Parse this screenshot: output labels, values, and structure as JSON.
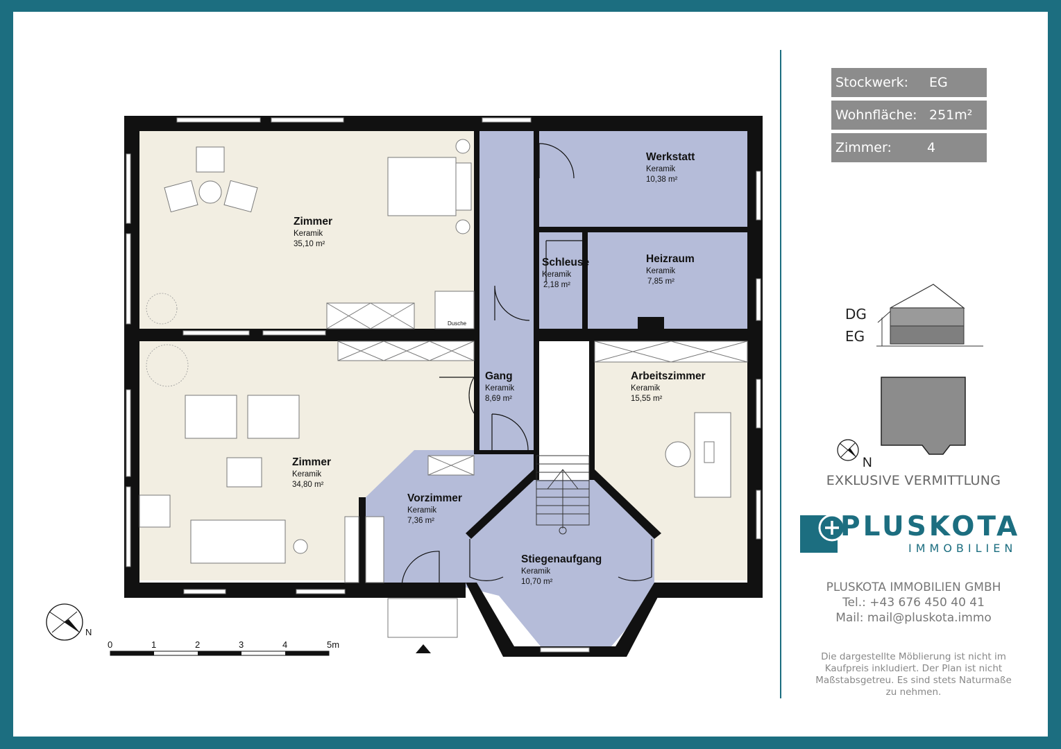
{
  "info": {
    "floor_label": "Stockwerk:",
    "floor_value": "EG",
    "area_label": "Wohnfläche:",
    "area_value": "251m²",
    "rooms_label": "Zimmer:",
    "rooms_value": "4"
  },
  "rooms": [
    {
      "name": "Zimmer",
      "material": "Keramik",
      "area": "35,10 m²"
    },
    {
      "name": "Zimmer",
      "material": "Keramik",
      "area": "34,80 m²"
    },
    {
      "name": "Werkstatt",
      "material": "Keramik",
      "area": "10,38 m²"
    },
    {
      "name": "Schleuse",
      "material": "Keramik",
      "area": "2,18 m²"
    },
    {
      "name": "Heizraum",
      "material": "Keramik",
      "area": "7,85 m²"
    },
    {
      "name": "Gang",
      "material": "Keramik",
      "area": "8,69 m²"
    },
    {
      "name": "Arbeitszimmer",
      "material": "Keramik",
      "area": "15,55 m²"
    },
    {
      "name": "Vorzimmer",
      "material": "Keramik",
      "area": "7,36 m²"
    },
    {
      "name": "Stiegenaufgang",
      "material": "Keramik",
      "area": "10,70 m²"
    }
  ],
  "fixtures": {
    "shower_label": "Dusche"
  },
  "scale": {
    "ticks": [
      "0",
      "1",
      "2",
      "3",
      "4",
      "5m"
    ]
  },
  "compass": {
    "north_label": "N"
  },
  "levels": {
    "upper": "DG",
    "ground": "EG"
  },
  "agency": {
    "exclusive": "EXKLUSIVE VERMITTLUNG",
    "brand": "PLUSKOTA",
    "brand_sub": "IMMOBILIEN",
    "company": "PLUSKOTA IMMOBILIEN GMBH",
    "phone": "Tel.: +43 676 450 40 41",
    "mail": "Mail: mail@pluskota.immo"
  },
  "disclaimer": "Die dargestellte Möblierung ist nicht im Kaufpreis inkludiert. Der Plan ist nicht Maßstabsgetreu. Es sind stets Naturmaße zu nehmen.",
  "colors": {
    "frame": "#1c6e80",
    "living_fill": "#f2eee2",
    "utility_fill": "#b5bcd9",
    "wall": "#111111",
    "info_box": "#8c8c8c"
  }
}
